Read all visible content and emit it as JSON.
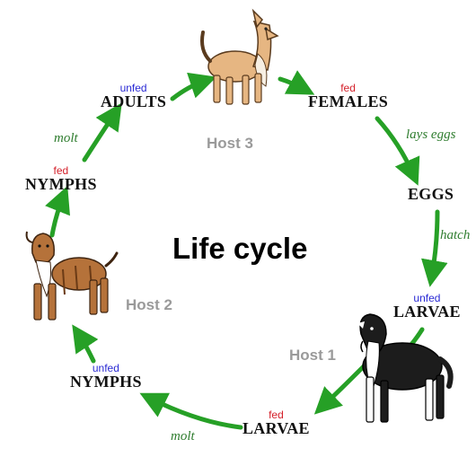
{
  "title": "Life cycle",
  "colors": {
    "arrow": "#26a026",
    "fed": "#d4202a",
    "unfed": "#2a2ad4",
    "host_label": "#9a9a9a"
  },
  "stages": {
    "adults": {
      "state": "unfed",
      "name": "ADULTS"
    },
    "females": {
      "state": "fed",
      "name": "FEMALES"
    },
    "eggs": {
      "name": "EGGS"
    },
    "larvae_unfed": {
      "state": "unfed",
      "name": "LARVAE"
    },
    "larvae_fed": {
      "state": "fed",
      "name": "LARVAE"
    },
    "nymphs_unfed": {
      "state": "unfed",
      "name": "NYMPHS"
    },
    "nymphs_fed": {
      "state": "fed",
      "name": "NYMPHS"
    }
  },
  "verbs": {
    "lays_eggs": "lays eggs",
    "hatch": "hatch",
    "molt_lower": "molt",
    "molt_upper": "molt"
  },
  "hosts": {
    "host1": "Host 1",
    "host2": "Host 2",
    "host3": "Host 3"
  },
  "illustrations": [
    "tan-dog-icon",
    "brindle-boxer-dog-icon",
    "border-collie-dog-icon"
  ]
}
